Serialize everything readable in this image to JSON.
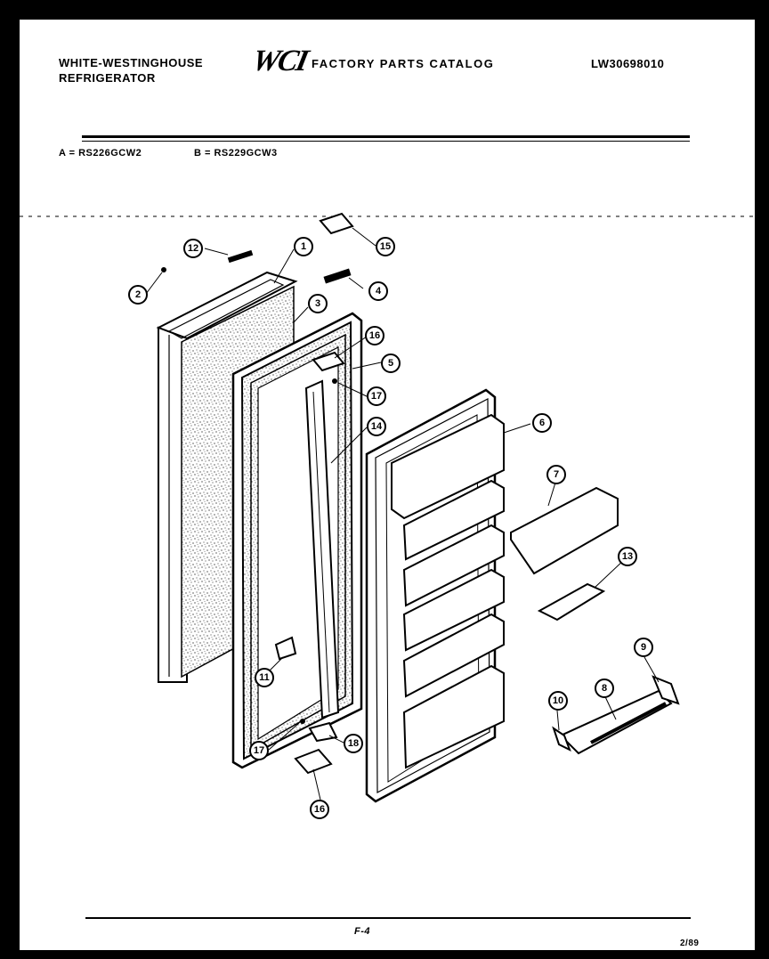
{
  "header": {
    "brand_line1": "WHITE-WESTINGHOUSE",
    "brand_line2": "REFRIGERATOR",
    "logo": "WCI",
    "catalog_title": "FACTORY PARTS CATALOG",
    "publication_number": "LW30698010"
  },
  "models": {
    "a": "A = RS226GCW2",
    "b": "B = RS229GCW3"
  },
  "callouts": [
    "1",
    "2",
    "3",
    "4",
    "5",
    "6",
    "7",
    "8",
    "9",
    "10",
    "11",
    "12",
    "13",
    "14",
    "15",
    "16",
    "16",
    "17",
    "17",
    "18"
  ],
  "footer": {
    "page_mark": "F-4",
    "date": "2/89"
  }
}
